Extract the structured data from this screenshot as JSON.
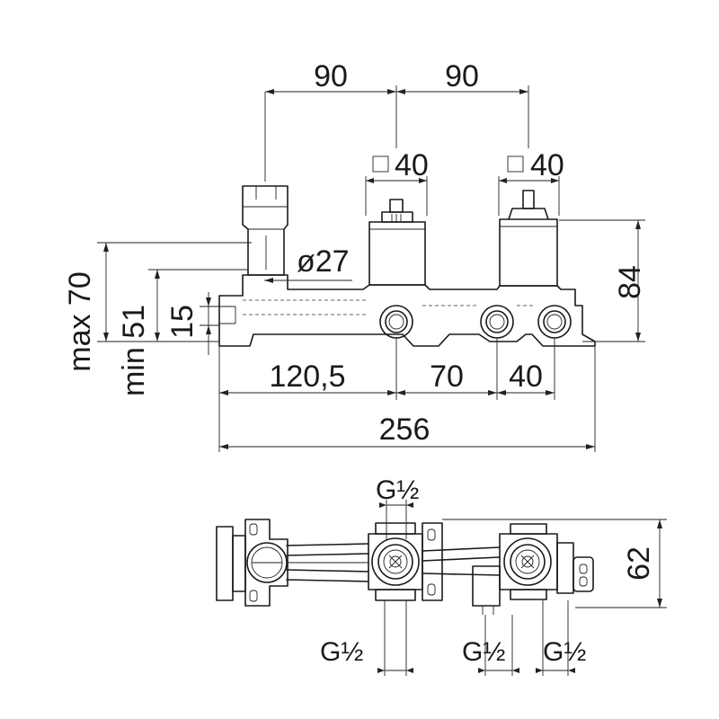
{
  "dimensions": {
    "top_left_spacing": "90",
    "top_right_spacing": "90",
    "square_left": "40",
    "square_right": "40",
    "diameter": "ø27",
    "height_right": "84",
    "max_depth": "max 70",
    "min_depth": "min 51",
    "offset": "15",
    "span_a": "120,5",
    "span_b": "70",
    "span_c": "40",
    "overall_length": "256",
    "overall_depth": "62",
    "thread_top": "G½",
    "thread_bottom_left": "G½",
    "thread_bottom_mid": "G½",
    "thread_bottom_right": "G½"
  }
}
